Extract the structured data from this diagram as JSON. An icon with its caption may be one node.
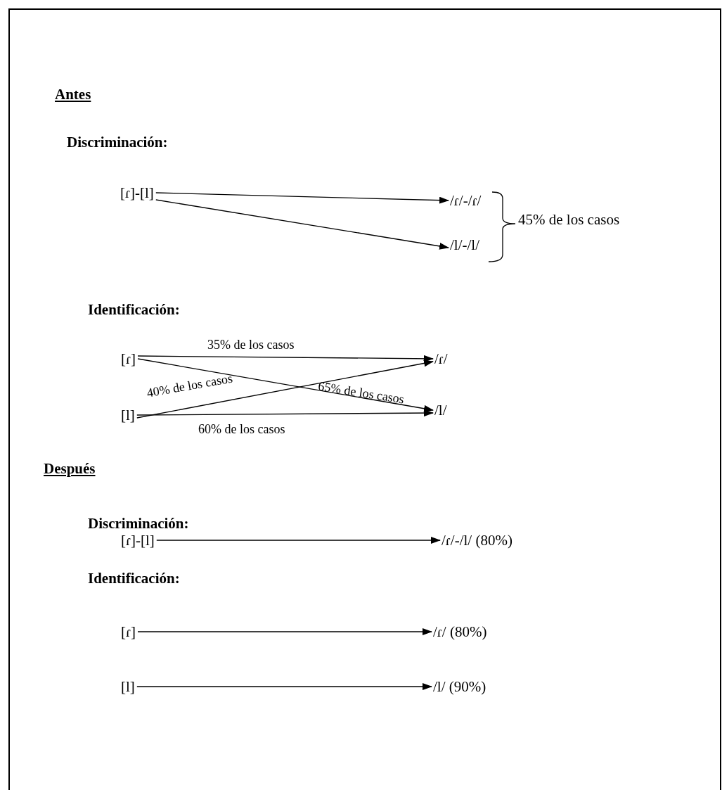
{
  "diagram": {
    "nodes": [
      {
        "text": [
          "[ɾ]-[l]"
        ]
      },
      {
        "text": [
          "/ɾ/-/ɾ/"
        ]
      },
      {
        "text": [
          "/l/-/l/"
        ]
      },
      {
        "text": [
          "[ɾ]"
        ]
      },
      {
        "text": [
          "/ɾ/"
        ]
      },
      {
        "text": [
          "[l]"
        ]
      },
      {
        "text": [
          "/l/"
        ]
      },
      {
        "text": [
          "[ɾ]-[l]"
        ]
      },
      {
        "text": [
          "/ɾ/-/l/ (80%)"
        ]
      },
      {
        "text": [
          "[ɾ]"
        ]
      },
      {
        "text": [
          "/ɾ/ (80%)"
        ]
      },
      {
        "text": [
          "[l]"
        ]
      },
      {
        "text": [
          "/l/ (90%)"
        ]
      }
    ],
    "edges": [
      {
        "from": 0,
        "to": 1,
        "arrow": "to"
      },
      {
        "from": 0,
        "to": 2,
        "arrow": "to"
      },
      {
        "from": 3,
        "to": 4,
        "arrow": "to",
        "label": "35% de los casos"
      },
      {
        "from": 3,
        "to": 6,
        "arrow": "to",
        "label": "65% de los casos"
      },
      {
        "from": 5,
        "to": 4,
        "arrow": "to",
        "label": "40% de los casos"
      },
      {
        "from": 5,
        "to": 6,
        "arrow": "to",
        "label": "60% de los casos"
      },
      {
        "from": 7,
        "to": 8,
        "arrow": "to"
      },
      {
        "from": 9,
        "to": 10,
        "arrow": "to"
      },
      {
        "from": 11,
        "to": 12,
        "arrow": "to"
      }
    ],
    "labels": [
      "Antes",
      "Discriminación:",
      "45% de los casos",
      "Identificación:",
      "Después",
      "Discriminación:",
      "Identificación:"
    ]
  }
}
